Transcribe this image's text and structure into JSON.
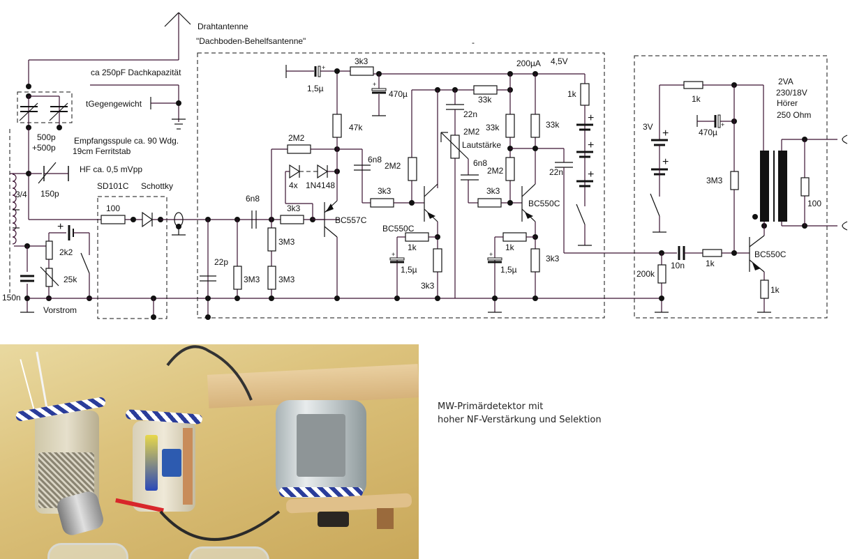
{
  "title": "MW-Primärdetektor Schaltplan",
  "antenna": {
    "name": "Drahtantenne",
    "description": "\"Dachboden-Behelfsantenne\"",
    "roof_capacitance": "ca 250pF Dachkapazität",
    "counterpoise": "tGegengewicht"
  },
  "input_stage": {
    "tuning_cap": "500p",
    "tuning_cap2": "+500p",
    "coil": "Empfangsspule ca. 90 Wdg.",
    "coil2": "19cm Ferritstab",
    "hf_level": "HF ca. 0,5 mVpp",
    "cap_150p": "150p",
    "tap": "3/4",
    "cap_150n": "150n",
    "r_2k2": "2k2",
    "pot_25k": "25k",
    "bias": "Vorstrom"
  },
  "detector": {
    "diode": "SD101C",
    "type": "Schottky",
    "r_100": "100"
  },
  "amplifier": {
    "c_1u5_a": "1,5µ",
    "r_3k3_top": "3k3",
    "c_470u": "470µ",
    "r_47k": "47k",
    "r_2m2_fb": "2M2",
    "c_6n8_a": "6n8",
    "diodes_count": "4x",
    "diodes": "1N4148",
    "c_6n8_in": "6n8",
    "r_3k3_base": "3k3",
    "c_22p": "22p",
    "r_3m3_a": "3M3",
    "r_3m3_b": "3M3",
    "r_3m3_c": "3M3",
    "t1": "BC557C",
    "r_2m2_b": "2M2",
    "r_3k3_c": "3k3",
    "t2": "BC550C",
    "r_1k_e2": "1k",
    "c_1u5_b": "1,5µ",
    "r_3k3_e2": "3k3",
    "r_33k_a": "33k",
    "c_22n_a": "22n",
    "pot_2m2": "2M2",
    "volume": "Lautstärke",
    "c_6n8_b": "6n8",
    "r_33k_b": "33k",
    "r_2m2_c": "2M2",
    "r_3k3_d": "3k3",
    "r_33k_c": "33k",
    "t3": "BC550C",
    "r_1k_e3": "1k",
    "c_1u5_c": "1,5µ",
    "r_3k3_e3": "3k3",
    "c_22n_out": "22n",
    "current": "200µA",
    "voltage": "4,5V",
    "r_1k_batt": "1k"
  },
  "output_stage": {
    "battery": "3V",
    "r_1k_top": "1k",
    "c_470u": "470µ",
    "r_3m3": "3M3",
    "transformer": "2VA",
    "transformer2": "230/18V",
    "headphone": "Hörer",
    "headphone2": "250 Ohm",
    "r_100": "100",
    "c_10n": "10n",
    "r_1k_base": "1k",
    "r_200k": "200k",
    "t4": "BC550C",
    "r_1k_emitter": "1k"
  },
  "caption": {
    "line1": "MW-Primärdetektor mit",
    "line2": "hoher NF-Verstärkung und Selektion"
  },
  "photo_alt": "Foto des aufgebauten Empfängers in Gläsern"
}
